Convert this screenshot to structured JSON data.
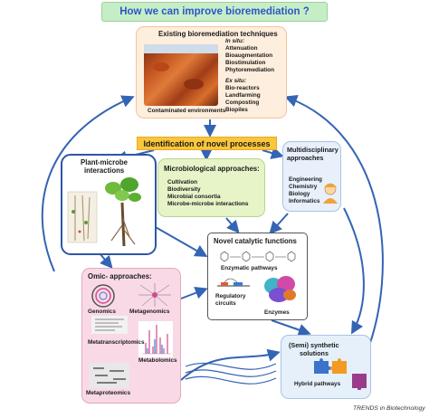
{
  "title": "How we can improve bioremediation ?",
  "existing": {
    "heading": "Existing bioremediation techniques",
    "in_situ_label": "In situ:",
    "in_situ_items": [
      "Attenuation",
      "Bioaugmentation",
      "Biostimulation",
      "Phytoremediation"
    ],
    "ex_situ_label": "Ex situ:",
    "ex_situ_items": [
      "Bio-reactors",
      "Landfarming",
      "Composting",
      "Biopiles"
    ],
    "image_caption": "Contaminated environments"
  },
  "identification": "Identification of novel processes",
  "plant_microbe": {
    "heading_line1": "Plant-microbe",
    "heading_line2": "interactions"
  },
  "microbiological": {
    "heading": "Microbiological approaches:",
    "items": [
      "Cultivation",
      "Biodiversity",
      "Microbial consortia",
      "Microbe-microbe interactions"
    ]
  },
  "multidisciplinary": {
    "heading_line1": "Multidisciplinary",
    "heading_line2": "approaches",
    "items": [
      "Engineering",
      "Chemistry",
      "Biology",
      "Informatics"
    ]
  },
  "novel": {
    "heading": "Novel catalytic functions",
    "pathways": "Enzymatic pathways",
    "regulatory_line1": "Regulatory",
    "regulatory_line2": "circuits",
    "enzymes": "Enzymes"
  },
  "omic": {
    "heading": "Omic- approaches:",
    "genomics": "Genomics",
    "metagenomics": "Metagenomics",
    "metatranscriptomics": "Metatranscriptomics",
    "metabolomics": "Metabolomics",
    "metaproteomics": "Metaproteomics"
  },
  "synthetic": {
    "heading_line1": "(Semi) synthetic",
    "heading_line2": "solutions",
    "hybrid": "Hybrid pathways"
  },
  "credit": "TRENDS in Biotechnology",
  "colors": {
    "arrow": "#3464b4",
    "title_text": "#2f55c8",
    "puzzle_blue": "#3a73c9",
    "puzzle_orange": "#f39a23",
    "puzzle_purple": "#9a3b8c"
  }
}
